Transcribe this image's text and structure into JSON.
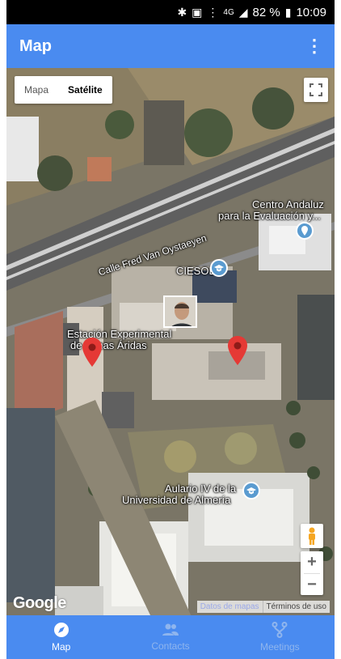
{
  "status_bar": {
    "network": "4G",
    "battery": "82 %",
    "time": "10:09"
  },
  "app_bar": {
    "title": "Map"
  },
  "map": {
    "type_control": {
      "map_label": "Mapa",
      "satellite_label": "Satélite",
      "selected": "Satélite"
    },
    "labels": {
      "centro_line1": "Centro Andaluz",
      "centro_line2": "para la Evaluación y...",
      "calle": "Calle Fred Van Oystaeyen",
      "ciesol": "CIESOL",
      "estacion_line1": "Estación Experimental",
      "estacion_line2": "de Zonas Áridas",
      "aulario_line1": "Aulario IV de la",
      "aulario_line2": "Universidad de Almería"
    },
    "google_logo": "Google",
    "attribution": {
      "data": "Datos de mapas",
      "terms": "Términos de uso"
    },
    "zoom": {
      "in": "+",
      "out": "−"
    }
  },
  "bottom_nav": {
    "items": [
      {
        "label": "Map",
        "icon": "compass-icon",
        "active": true
      },
      {
        "label": "Contacts",
        "icon": "contacts-icon",
        "active": false
      },
      {
        "label": "Meetings",
        "icon": "meetings-icon",
        "active": false
      }
    ]
  },
  "colors": {
    "primary": "#4a8bf0",
    "marker": "#e53935",
    "poi": "#5a9bd0"
  }
}
